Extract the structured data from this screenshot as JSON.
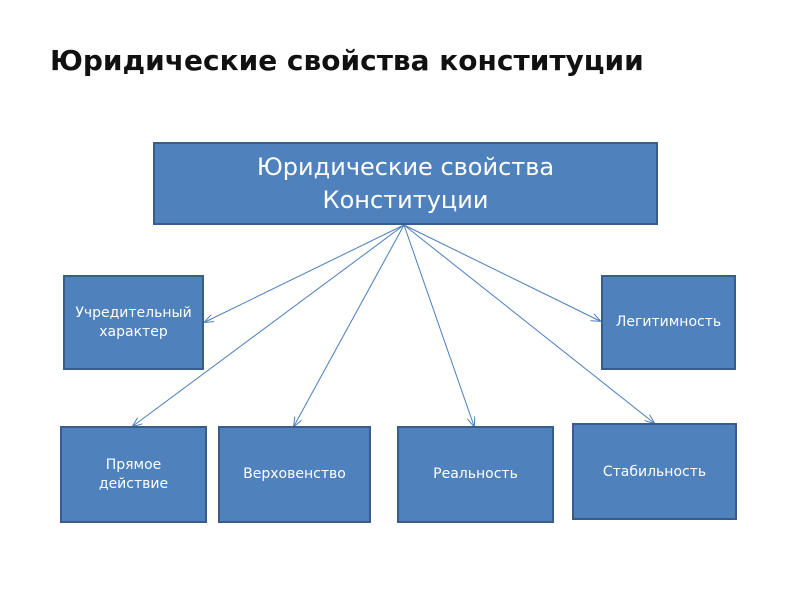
{
  "slide": {
    "title": "Юридические свойства конституции"
  },
  "diagram": {
    "root": {
      "line1": "Юридические свойства",
      "line2": "Конституции"
    },
    "nodes": {
      "constituent": "Учредительный характер",
      "legitimacy": "Легитимность",
      "direct_action_line1": "Прямое",
      "direct_action_line2": "действие",
      "supremacy": "Верховенство",
      "reality": "Реальность",
      "stability": "Стабильность"
    },
    "colors": {
      "box_fill": "#4f81bd",
      "box_border": "#385d8a",
      "arrow": "#4a7ebb",
      "text": "#ffffff"
    }
  }
}
